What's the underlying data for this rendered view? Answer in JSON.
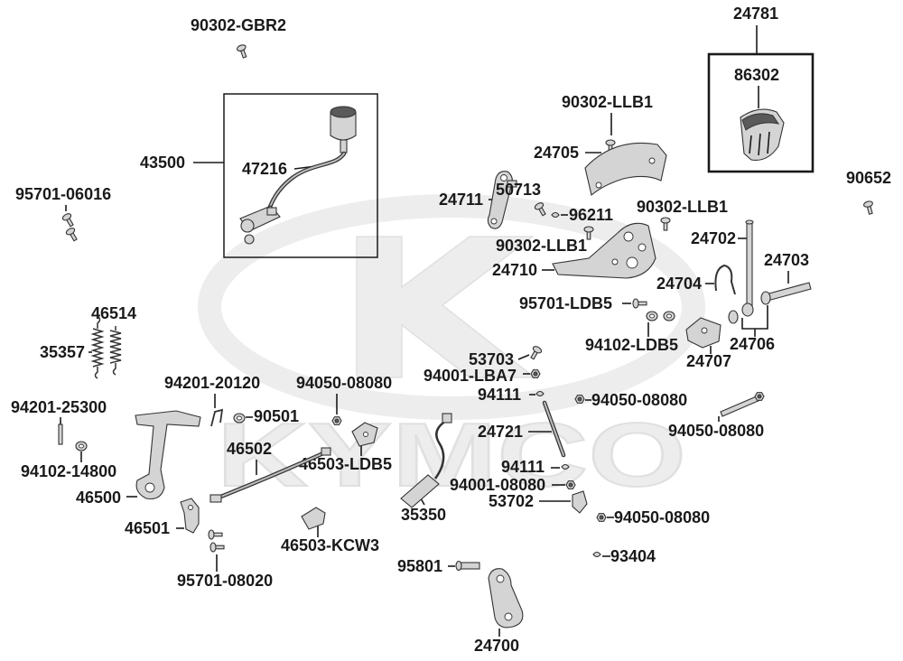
{
  "watermark": "KYMCO",
  "colors": {
    "ink": "#1a1a1a",
    "part_fill": "#d4d4d4",
    "watermark": "#ededed"
  },
  "part_numbers": [
    "90302-GBR2",
    "24781",
    "86302",
    "43500",
    "47216",
    "90302-LLB1",
    "24705",
    "95701-06016",
    "90652",
    "24711",
    "50713",
    "96211",
    "90302-LLB1",
    "24702",
    "90302-LLB1",
    "24703",
    "24710",
    "24704",
    "95701-LDB5",
    "46514",
    "35357",
    "94102-LDB5",
    "24706",
    "24707",
    "53703",
    "94001-LBA7",
    "94201-20120",
    "94050-08080",
    "94111",
    "94050-08080",
    "94201-25300",
    "90501",
    "24721",
    "94050-08080",
    "46502",
    "46503-LDB5",
    "94102-14800",
    "94111",
    "94001-08080",
    "46500",
    "53702",
    "35350",
    "94050-08080",
    "46501",
    "46503-KCW3",
    "93404",
    "95801",
    "95701-08020",
    "24700"
  ]
}
